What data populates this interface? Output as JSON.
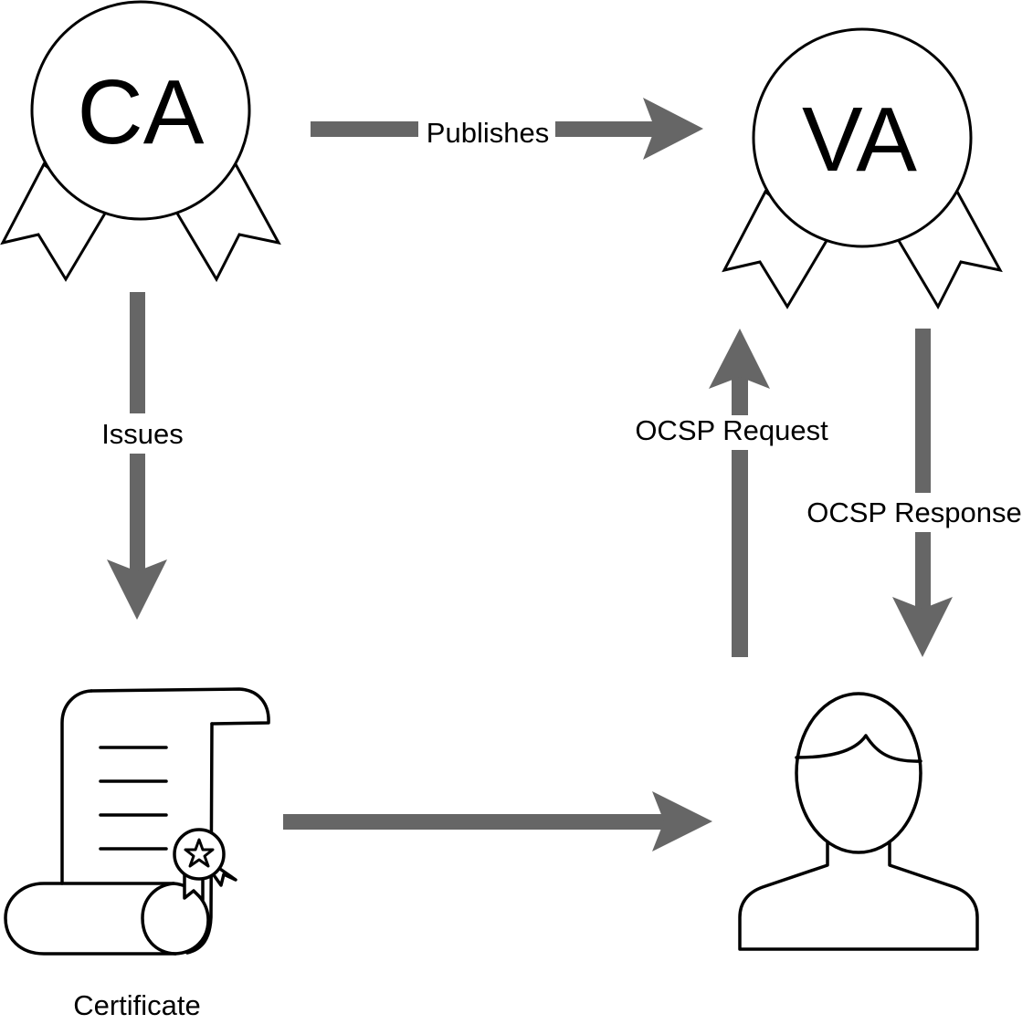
{
  "colors": {
    "arrow": "#666666",
    "outline": "#000000",
    "background": "#ffffff"
  },
  "nodes": {
    "ca": {
      "label": "CA",
      "icon": "award-ribbon-icon"
    },
    "va": {
      "label": "VA",
      "icon": "award-ribbon-icon"
    },
    "certificate": {
      "label": "Certificate",
      "icon": "certificate-scroll-icon"
    },
    "user": {
      "icon": "user-icon"
    }
  },
  "edges": {
    "publishes": {
      "label": "Publishes"
    },
    "issues": {
      "label": "Issues"
    },
    "ocsp_request": {
      "label": "OCSP Request"
    },
    "ocsp_response": {
      "label": "OCSP Response"
    },
    "cert_to_user": {
      "label": ""
    }
  }
}
